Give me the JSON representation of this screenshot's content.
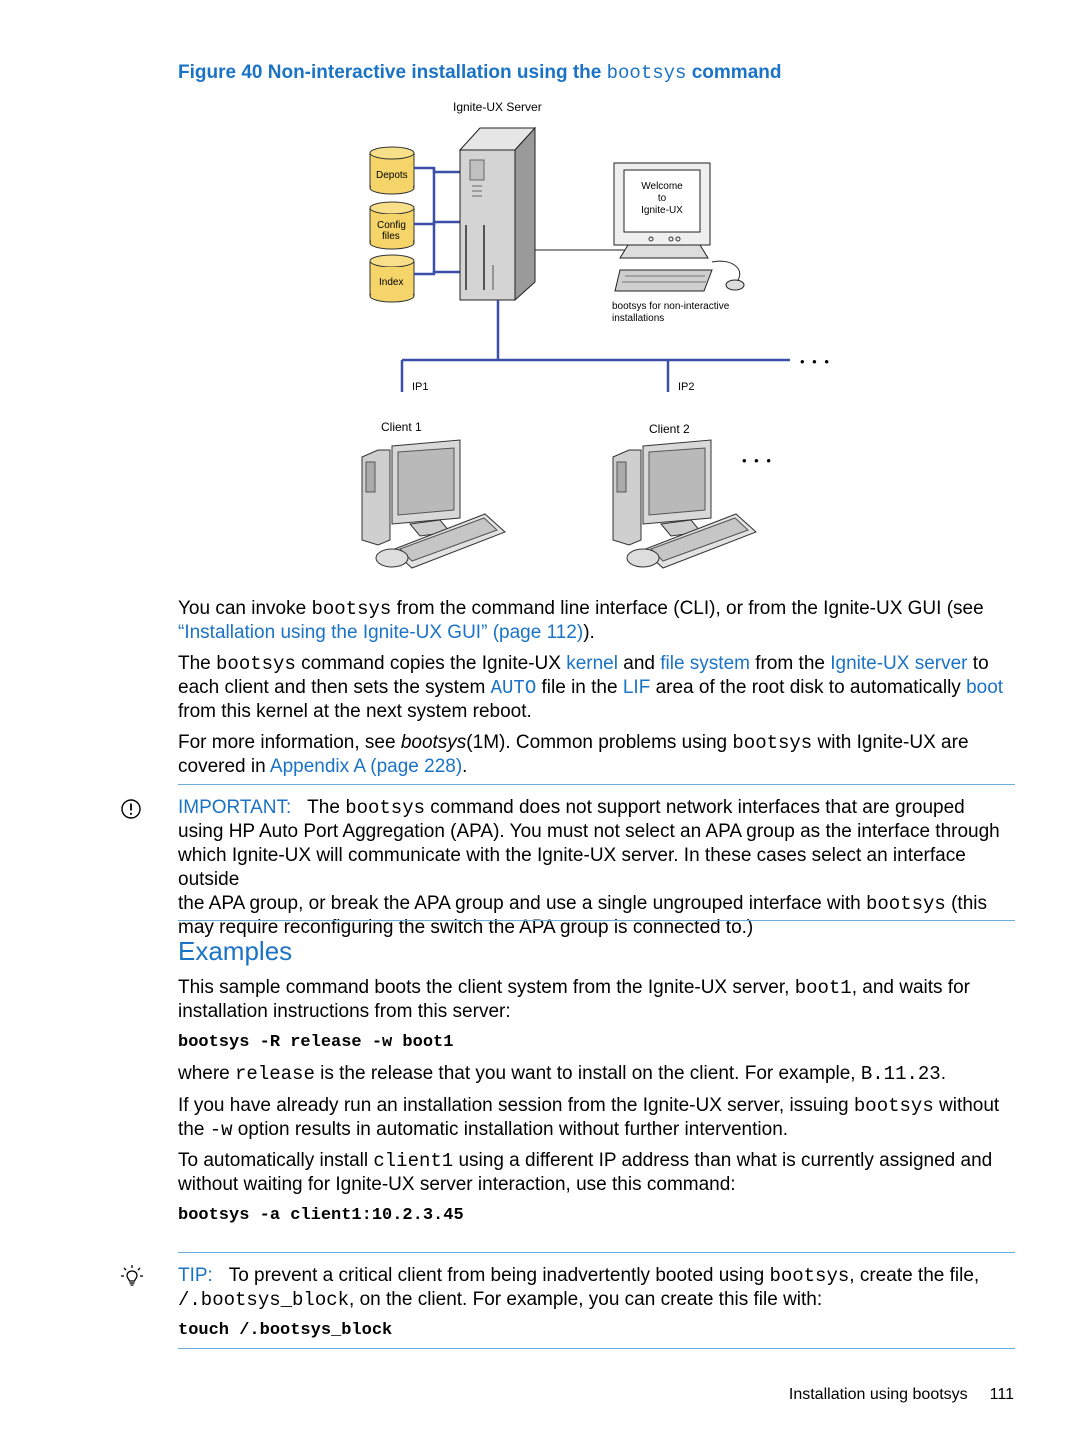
{
  "figure": {
    "caption_prefix": "Figure 40 Non-interactive installation using the",
    "caption_code": "bootsys",
    "caption_suffix": "command",
    "server_label": "Ignite-UX Server",
    "depots_label": "Depots",
    "config_label_1": "Config",
    "config_label_2": "files",
    "index_label": "Index",
    "welcome_1": "Welcome",
    "welcome_2": "to",
    "welcome_3": "Ignite-UX",
    "bootsys_note_1": "bootsys for non-interactive",
    "bootsys_note_2": "installations",
    "ip1": "IP1",
    "ip2": "IP2",
    "client1": "Client 1",
    "client2": "Client 2",
    "ellipsis": "• • •"
  },
  "p1": {
    "t1": "You can invoke ",
    "c1": "bootsys",
    "t2": " from the command line interface (CLI), or from the Ignite-UX GUI (see",
    "link": "“Installation using the Ignite-UX GUI” (page 112)",
    "t3": ")."
  },
  "p2": {
    "t1": "The ",
    "c1": "bootsys",
    "t2": " command copies the Ignite-UX ",
    "l1": "kernel",
    "t3": " and ",
    "l2": "file system",
    "t4": " from the ",
    "l3": "Ignite-UX server",
    "t5": " to",
    "t6": "each client and then sets the system ",
    "c2": "AUTO",
    "t7": " file in the ",
    "l4": "LIF",
    "t8": " area of the root disk to automatically ",
    "l5": "boot",
    "t9": "from this kernel at the next system reboot."
  },
  "p3": {
    "t1": "For more information, see ",
    "em": "bootsys",
    "t2": "(1M). Common problems using ",
    "c1": "bootsys",
    "t3": " with Ignite-UX are",
    "t4": "covered in ",
    "link": "Appendix A (page 228)",
    "t5": "."
  },
  "important": {
    "label": "IMPORTANT:",
    "l1a": "The ",
    "c1": "bootsys",
    "l1b": " command does not support network interfaces that are grouped",
    "l2": "using HP Auto Port Aggregation (APA). You must not select an APA group as the interface through",
    "l3": "which Ignite-UX will communicate with the Ignite-UX server. In these cases select an interface outside",
    "l4a": "the APA group, or break the APA group and use a single ungrouped interface with ",
    "c2": "bootsys",
    "l4b": " (this",
    "l5": "may require reconfiguring the switch the APA group is connected to.)"
  },
  "examples": {
    "heading": "Examples",
    "p1_t1": "This sample command boots the client system from the Ignite-UX server, ",
    "p1_c1": "boot1",
    "p1_t2": ", and waits for",
    "p1_l2": "installation instructions from this server:",
    "cmd1": "bootsys -R release -w boot1",
    "p2_t1": "where ",
    "p2_c1": "release",
    "p2_t2": " is the release that you want to install on the client. For example, ",
    "p2_c2": "B.11.23",
    "p2_t3": ".",
    "p3_t1": "If you have already run an installation session from the Ignite-UX server, issuing ",
    "p3_c1": "bootsys",
    "p3_t2": " without",
    "p3_t3": "the ",
    "p3_c2": "-w",
    "p3_t4": " option results in automatic installation without further intervention.",
    "p4_t1": "To automatically install ",
    "p4_c1": "client1",
    "p4_t2": " using a different IP address than what is currently assigned and",
    "p4_l2": "without waiting for Ignite-UX server interaction, use this command:",
    "cmd2": "bootsys -a client1:10.2.3.45"
  },
  "tip": {
    "label": "TIP:",
    "t1": "To prevent a critical client from being inadvertently booted using ",
    "c1": "bootsys",
    "t2": ", create the file,",
    "c2": "/.bootsys_block",
    "t3": ", on the client. For example, you can create this file with:",
    "cmd": "touch /.bootsys_block"
  },
  "footer": {
    "title": "Installation using bootsys",
    "page": "111"
  }
}
